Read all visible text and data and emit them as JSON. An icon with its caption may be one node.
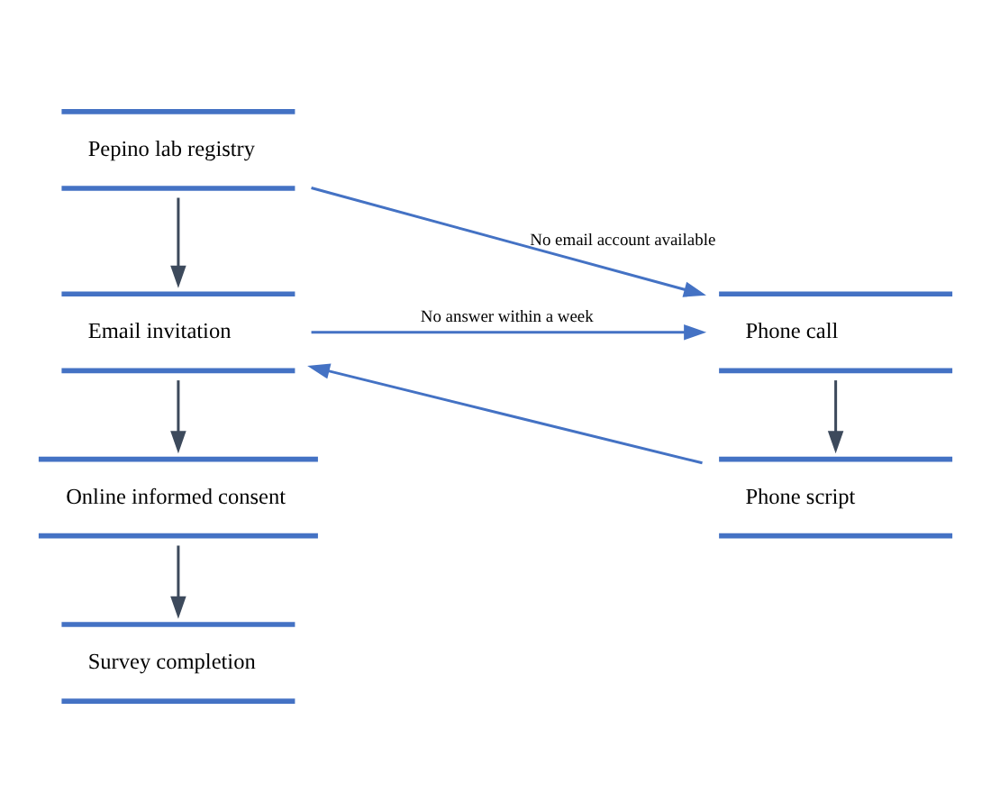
{
  "diagram": {
    "nodes": [
      {
        "text": [
          "Pepino lab registry"
        ]
      },
      {
        "text": [
          "Email invitation"
        ]
      },
      {
        "text": [
          "Online informed consent"
        ]
      },
      {
        "text": [
          "Survey completion"
        ]
      },
      {
        "text": [
          "Phone call"
        ]
      },
      {
        "text": [
          "Phone script"
        ]
      }
    ],
    "edges": [
      {
        "from": 0,
        "to": 1,
        "arrow": "to"
      },
      {
        "from": 1,
        "to": 2,
        "arrow": "to"
      },
      {
        "from": 2,
        "to": 3,
        "arrow": "to"
      },
      {
        "from": 0,
        "to": 4,
        "arrow": "to",
        "label": "No email account available",
        "color": "#4472c4"
      },
      {
        "from": 1,
        "to": 4,
        "arrow": "to",
        "label": "No answer within a week",
        "color": "#4472c4"
      },
      {
        "from": 4,
        "to": 5,
        "arrow": "to"
      },
      {
        "from": 5,
        "to": 1,
        "arrow": "to",
        "color": "#4472c4"
      }
    ]
  }
}
